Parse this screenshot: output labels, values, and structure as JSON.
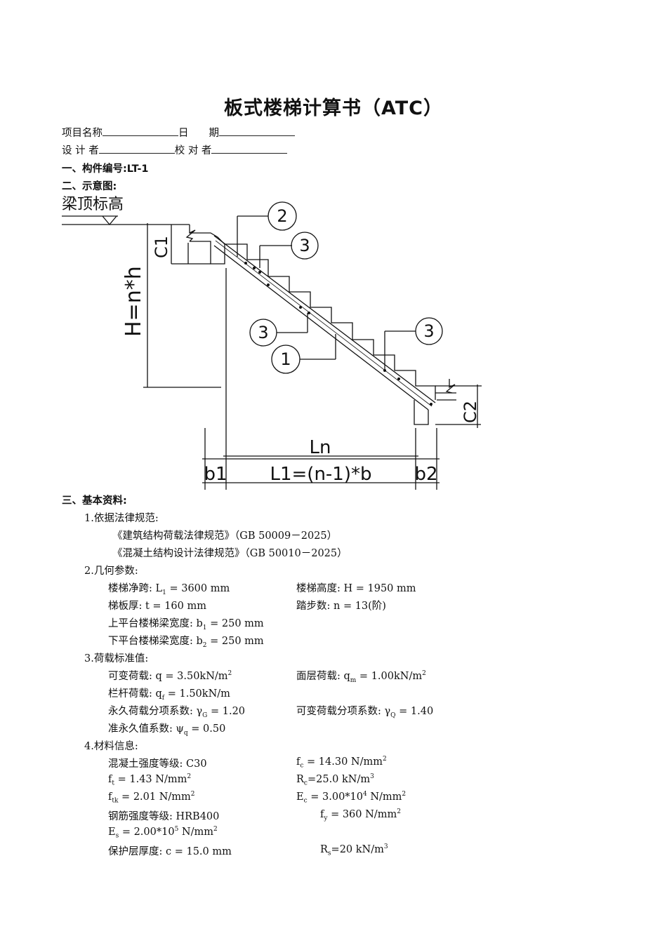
{
  "doc": {
    "title": "板式楼梯计算书（ATC）",
    "header": {
      "project_label": "项目名称",
      "date_label": "日　　期",
      "designer_label": "设 计 者",
      "checker_label": "校 对 者"
    },
    "section1": "一、构件编号:LT-1",
    "section2": "二、示意图:",
    "diagram": {
      "beam_top": "梁顶标高",
      "c1": "C1",
      "c2": "C2",
      "h_label": "H=n*h",
      "ln": "Ln",
      "b1": "b1",
      "b2": "b2",
      "l1": "L1=(n-1)*b",
      "callouts": [
        "2",
        "3",
        "3",
        "1",
        "3"
      ]
    },
    "section3": "三、基本资料:",
    "s3_1": {
      "head": "1.依据法律规范:",
      "line1": "《建筑结构荷载法律规范》（GB 50009－2025）",
      "line2": "《混凝土结构设计法律规范》（GB 50010－2025）"
    },
    "s3_2": {
      "head": "2.几何参数:",
      "l1_label": "楼梯净跨: L",
      "l1_sub": "1",
      "l1_val": " = 3600 mm",
      "h_text": "楼梯高度: H = 1950 mm",
      "t_text": "梯板厚: t = 160 mm",
      "n_text": "踏步数: n = 13(阶)",
      "b1_label": "上平台楼梯梁宽度: b",
      "b1_sub": "1",
      "b1_val": " = 250 mm",
      "b2_label": "下平台楼梯梁宽度: b",
      "b2_sub": "2",
      "b2_val": " = 250 mm"
    },
    "s3_3": {
      "head": "3.荷载标准值:",
      "q_label": "可变荷载: q = 3.50kN/m",
      "q_sup": "2",
      "qm_label": "面层荷载: q",
      "qm_sub": "m",
      "qm_val": " = 1.00kN/m",
      "qm_sup": "2",
      "qf_label": "栏杆荷载: q",
      "qf_sub": "f",
      "qf_val": " = 1.50kN/m",
      "gg_label": "永久荷载分项系数: γ",
      "gg_sub": "G",
      "gg_val": " = 1.20",
      "gq_label": "可变荷载分项系数: γ",
      "gq_sub": "Q",
      "gq_val": " = 1.40",
      "psi_label": "准永久值系数: ψ",
      "psi_sub": "q",
      "psi_val": " = 0.50"
    },
    "s3_4": {
      "head": "4.材料信息:",
      "concrete": "混凝土强度等级: C30",
      "fc_label": "f",
      "fc_sub": "c",
      "fc_val": " = 14.30 N/mm",
      "fc_sup": "2",
      "ft_label": "f",
      "ft_sub": "t",
      "ft_val": " = 1.43 N/mm",
      "ft_sup": "2",
      "rc_label": "R",
      "rc_sub": "c",
      "rc_val": "=25.0 kN/m",
      "rc_sup": "3",
      "ftk_label": "f",
      "ftk_sub": "tk",
      "ftk_val": " = 2.01 N/mm",
      "ftk_sup": "2",
      "ec_label": "E",
      "ec_sub": "c",
      "ec_val": " = 3.00*10",
      "ec_exp": "4",
      "ec_unit": " N/mm",
      "ec_sup": "2",
      "steel": "钢筋强度等级: HRB400",
      "fy_label": "f",
      "fy_sub": "y",
      "fy_val": " = 360 N/mm",
      "fy_sup": "2",
      "es_label": "E",
      "es_sub": "s",
      "es_val": " = 2.00*10",
      "es_exp": "5",
      "es_unit": " N/mm",
      "es_sup": "2",
      "cover": "保护层厚度: c = 15.0 mm",
      "rs_label": "R",
      "rs_sub": "s",
      "rs_val": "=20 kN/m",
      "rs_sup": "3"
    }
  }
}
